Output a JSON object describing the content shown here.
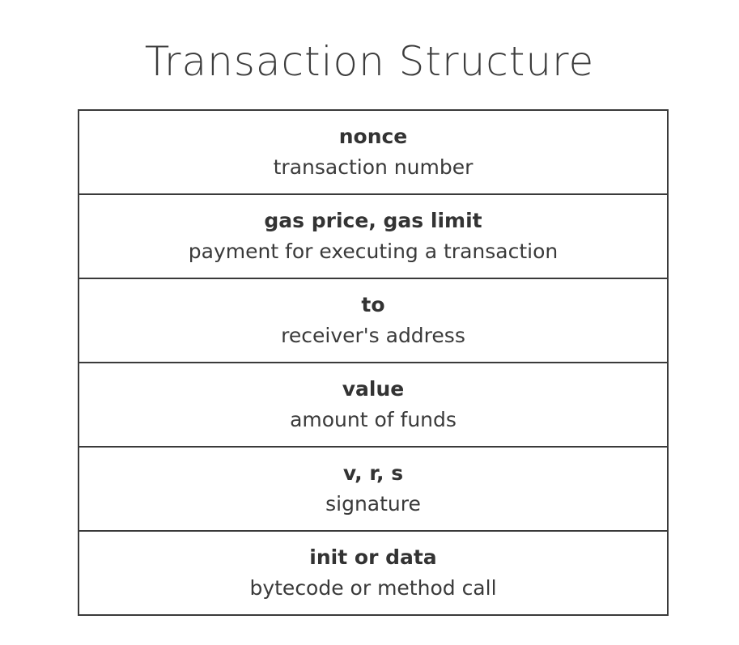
{
  "title": "Transaction Structure",
  "fields": [
    {
      "name": "nonce",
      "description": "transaction number"
    },
    {
      "name": "gas price, gas limit",
      "description": "payment for executing a transaction"
    },
    {
      "name": "to",
      "description": "receiver's address"
    },
    {
      "name": "value",
      "description": "amount of funds"
    },
    {
      "name": "v, r, s",
      "description": "signature"
    },
    {
      "name": "init or data",
      "description": "bytecode or method call"
    }
  ],
  "colors": {
    "text": "#333333",
    "border": "#3a3a3a",
    "background": "#ffffff"
  }
}
